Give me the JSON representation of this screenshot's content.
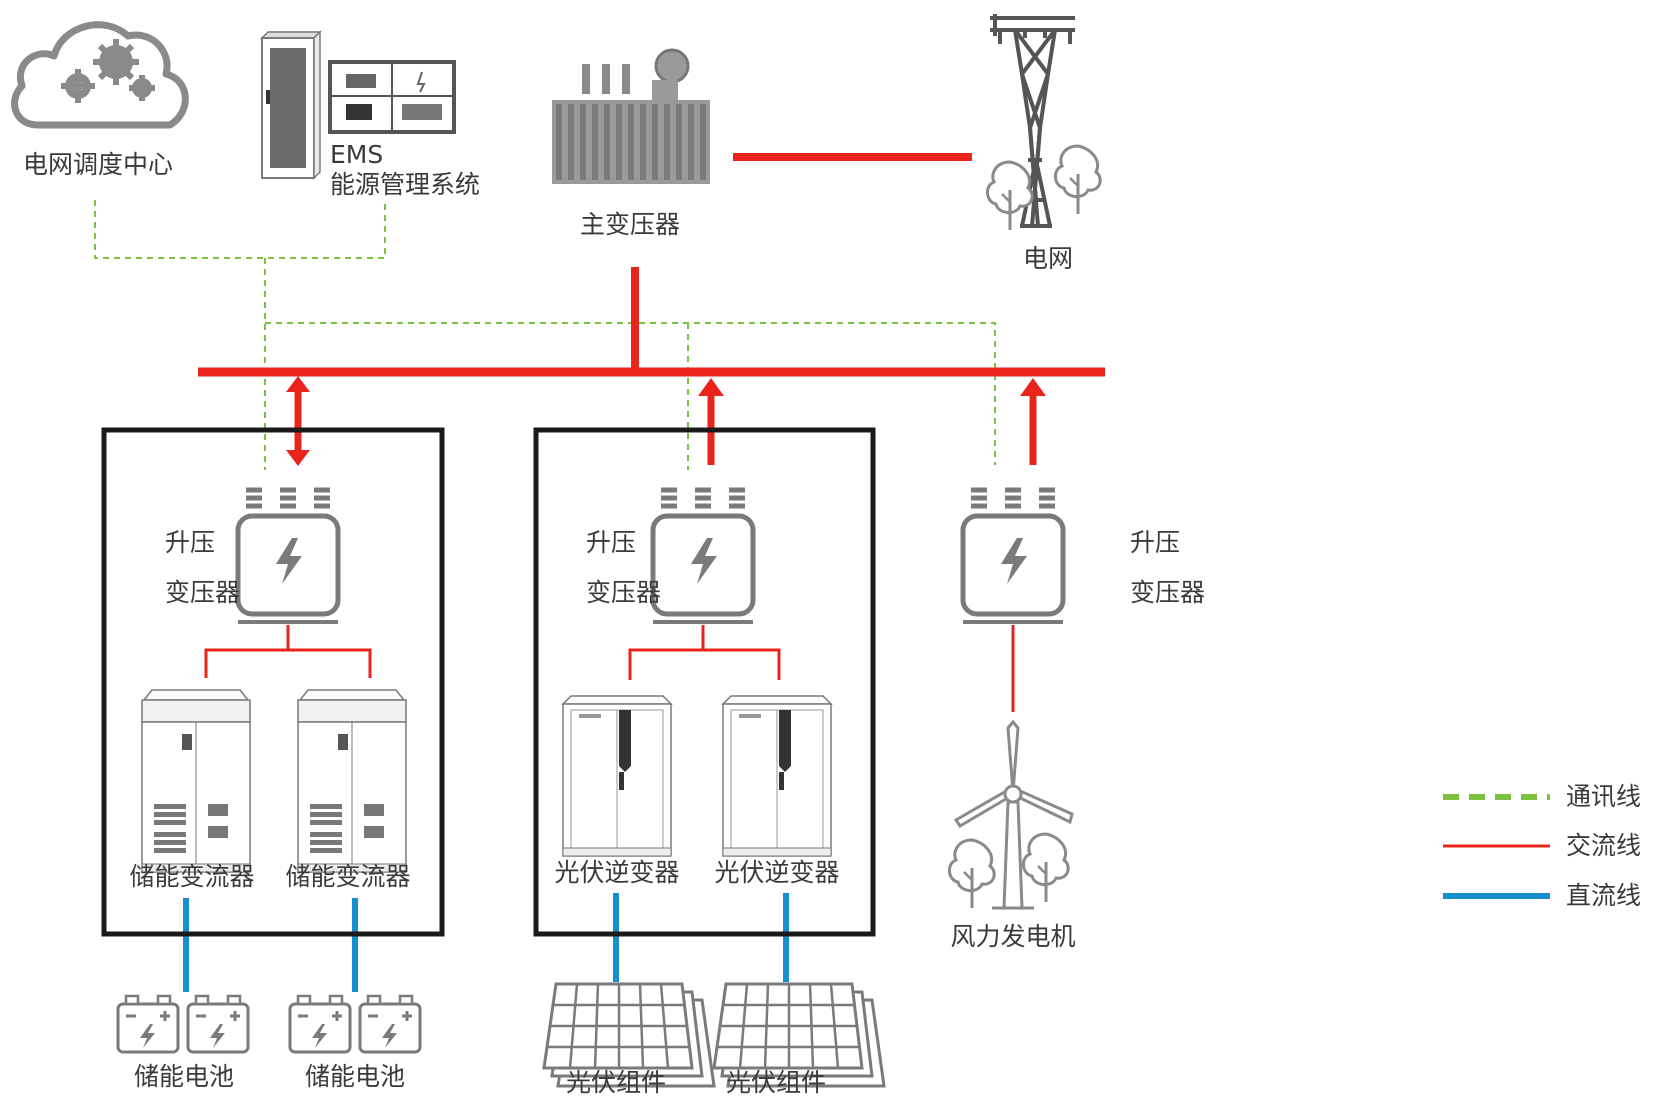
{
  "nodes": {
    "dispatch_center": "电网调度中心",
    "ems_line1": "EMS",
    "ems_line2": "能源管理系统",
    "main_transformer": "主变压器",
    "grid": "电网",
    "step_up_1_a": "升压",
    "step_up_1_b": "变压器",
    "step_up_2_a": "升压",
    "step_up_2_b": "变压器",
    "step_up_3_a": "升压",
    "step_up_3_b": "变压器",
    "pcs_1": "储能变流器",
    "pcs_2": "储能变流器",
    "inverter_1": "光伏逆变器",
    "inverter_2": "光伏逆变器",
    "battery_1": "储能电池",
    "battery_2": "储能电池",
    "pv_module_1": "光伏组件",
    "pv_module_2": "光伏组件",
    "wind_turbine": "风力发电机"
  },
  "legend": [
    {
      "label": "通讯线",
      "color": "#7dc142",
      "style": "dashed"
    },
    {
      "label": "交流线",
      "color": "#e8241d",
      "style": "solid"
    },
    {
      "label": "直流线",
      "color": "#1a8fd0",
      "style": "solid"
    }
  ],
  "colors": {
    "comm": "#7dc142",
    "ac": "#e8241d",
    "dc": "#1a8fd0",
    "icon": "#7a7a7a",
    "box": "#1a1a1a"
  }
}
